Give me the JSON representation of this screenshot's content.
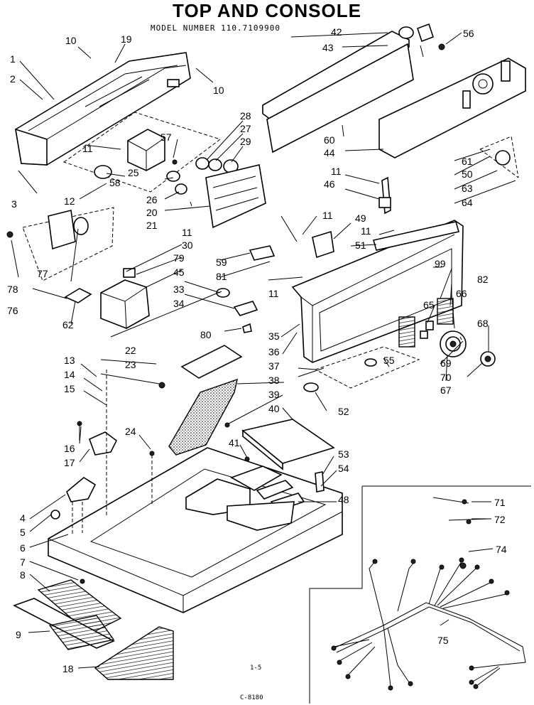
{
  "title": "TOP AND CONSOLE",
  "model_number": "MODEL NUMBER 110.7109900",
  "footer": {
    "page": "1-5",
    "code": "C-8180"
  },
  "callouts": [
    {
      "id": "c1",
      "text": "1"
    },
    {
      "id": "c2",
      "text": "2"
    },
    {
      "id": "c3",
      "text": "3"
    },
    {
      "id": "c4",
      "text": "4"
    },
    {
      "id": "c5",
      "text": "5"
    },
    {
      "id": "c6",
      "text": "6"
    },
    {
      "id": "c7",
      "text": "7"
    },
    {
      "id": "c8",
      "text": "8"
    },
    {
      "id": "c9",
      "text": "9"
    },
    {
      "id": "c10a",
      "text": "10"
    },
    {
      "id": "c10b",
      "text": "10"
    },
    {
      "id": "c19",
      "text": "19"
    },
    {
      "id": "c11a",
      "text": "11"
    },
    {
      "id": "c11b",
      "text": "11"
    },
    {
      "id": "c11c",
      "text": "11"
    },
    {
      "id": "c11d",
      "text": "11"
    },
    {
      "id": "c11e",
      "text": "11"
    },
    {
      "id": "c11f",
      "text": "11"
    },
    {
      "id": "c12",
      "text": "12"
    },
    {
      "id": "c13",
      "text": "13"
    },
    {
      "id": "c14",
      "text": "14"
    },
    {
      "id": "c15",
      "text": "15"
    },
    {
      "id": "c16",
      "text": "16"
    },
    {
      "id": "c17",
      "text": "17"
    },
    {
      "id": "c18",
      "text": "18"
    },
    {
      "id": "c20",
      "text": "20"
    },
    {
      "id": "c21",
      "text": "21"
    },
    {
      "id": "c22",
      "text": "22"
    },
    {
      "id": "c23",
      "text": "23"
    },
    {
      "id": "c24",
      "text": "24"
    },
    {
      "id": "c25",
      "text": "25"
    },
    {
      "id": "c26",
      "text": "26"
    },
    {
      "id": "c27",
      "text": "27"
    },
    {
      "id": "c28",
      "text": "28"
    },
    {
      "id": "c29",
      "text": "29"
    },
    {
      "id": "c30",
      "text": "30"
    },
    {
      "id": "c33",
      "text": "33"
    },
    {
      "id": "c34",
      "text": "34"
    },
    {
      "id": "c35",
      "text": "35"
    },
    {
      "id": "c36",
      "text": "36"
    },
    {
      "id": "c37",
      "text": "37"
    },
    {
      "id": "c38",
      "text": "38"
    },
    {
      "id": "c39",
      "text": "39"
    },
    {
      "id": "c40",
      "text": "40"
    },
    {
      "id": "c41",
      "text": "41"
    },
    {
      "id": "c42",
      "text": "42"
    },
    {
      "id": "c43",
      "text": "43"
    },
    {
      "id": "c44",
      "text": "44"
    },
    {
      "id": "c45",
      "text": "45"
    },
    {
      "id": "c46",
      "text": "46"
    },
    {
      "id": "c48",
      "text": "48"
    },
    {
      "id": "c49",
      "text": "49"
    },
    {
      "id": "c50",
      "text": "50"
    },
    {
      "id": "c51",
      "text": "51"
    },
    {
      "id": "c52",
      "text": "52"
    },
    {
      "id": "c53",
      "text": "53"
    },
    {
      "id": "c54",
      "text": "54"
    },
    {
      "id": "c55",
      "text": "55"
    },
    {
      "id": "c56",
      "text": "56"
    },
    {
      "id": "c57",
      "text": "57"
    },
    {
      "id": "c58",
      "text": "58"
    },
    {
      "id": "c59",
      "text": "59"
    },
    {
      "id": "c60",
      "text": "60"
    },
    {
      "id": "c61",
      "text": "61"
    },
    {
      "id": "c62",
      "text": "62"
    },
    {
      "id": "c63",
      "text": "63"
    },
    {
      "id": "c64",
      "text": "64"
    },
    {
      "id": "c65",
      "text": "65"
    },
    {
      "id": "c66",
      "text": "66"
    },
    {
      "id": "c67",
      "text": "67"
    },
    {
      "id": "c68",
      "text": "68"
    },
    {
      "id": "c69",
      "text": "69"
    },
    {
      "id": "c70",
      "text": "70"
    },
    {
      "id": "c71",
      "text": "71"
    },
    {
      "id": "c72",
      "text": "72"
    },
    {
      "id": "c74",
      "text": "74"
    },
    {
      "id": "c75",
      "text": "75"
    },
    {
      "id": "c76",
      "text": "76"
    },
    {
      "id": "c77",
      "text": "77"
    },
    {
      "id": "c78",
      "text": "78"
    },
    {
      "id": "c79",
      "text": "79"
    },
    {
      "id": "c80",
      "text": "80"
    },
    {
      "id": "c81",
      "text": "81"
    },
    {
      "id": "c82",
      "text": "82"
    },
    {
      "id": "c99",
      "text": "99"
    }
  ]
}
